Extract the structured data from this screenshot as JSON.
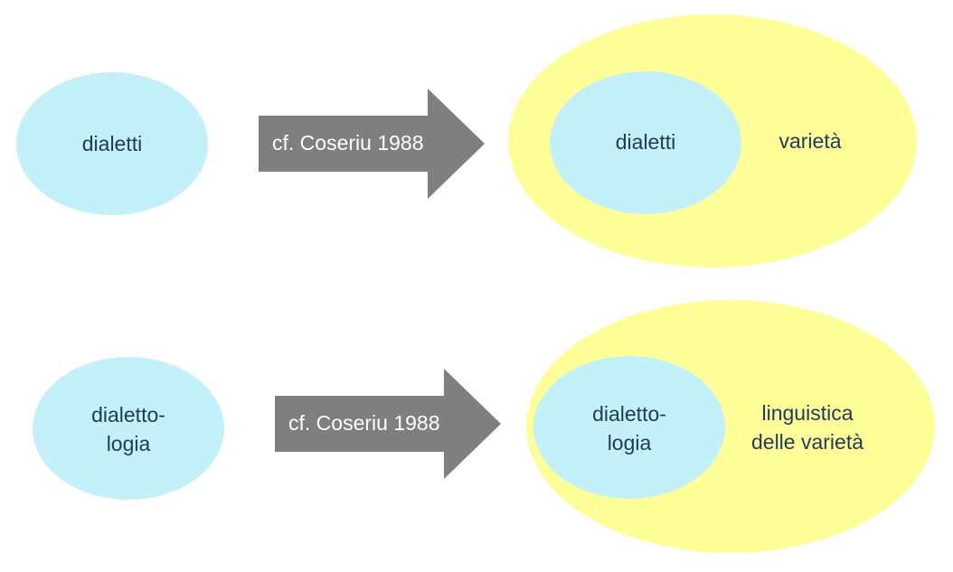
{
  "colors": {
    "blue_fill": "#c3f0f9",
    "yellow_fill": "#ffff99",
    "arrow_fill": "#7f7f7f",
    "text": "#1f3a5a",
    "arrow_text": "#ffffff"
  },
  "row1": {
    "left_label": "dialetti",
    "arrow_label": "cf. Coseriu 1988",
    "inner_label": "dialetti",
    "outer_label": "varietà"
  },
  "row2": {
    "left_label_line1": "dialetto-",
    "left_label_line2": "logia",
    "arrow_label": "cf. Coseriu 1988",
    "inner_label_line1": "dialetto-",
    "inner_label_line2": "logia",
    "outer_label_line1": "linguistica",
    "outer_label_line2": "delle varietà"
  }
}
